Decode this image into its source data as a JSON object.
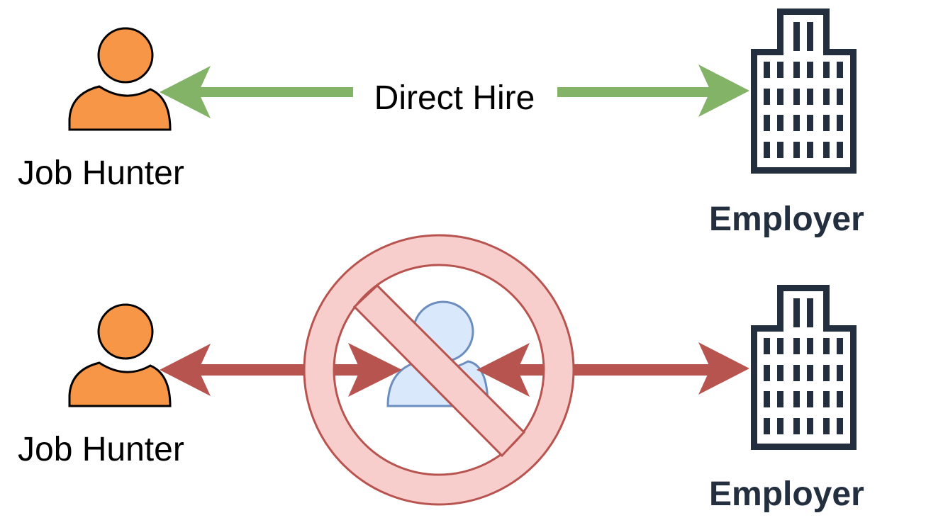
{
  "top_row": {
    "person_label": "Job Hunter",
    "arrow_label": "Direct Hire",
    "employer_label": "Employer",
    "arrow_color": "#82b366"
  },
  "bottom_row": {
    "person_label": "Job Hunter",
    "employer_label": "Employer",
    "arrow_color": "#b85450",
    "prohibited_intermediary": "recruiter-agent"
  },
  "colors": {
    "person_fill": "#f79646",
    "building": "#232f3e",
    "prohibit_fill": "#f8cecc",
    "prohibit_stroke": "#b85450",
    "agent_fill": "#dae8fc",
    "agent_stroke": "#6c8ebf"
  }
}
